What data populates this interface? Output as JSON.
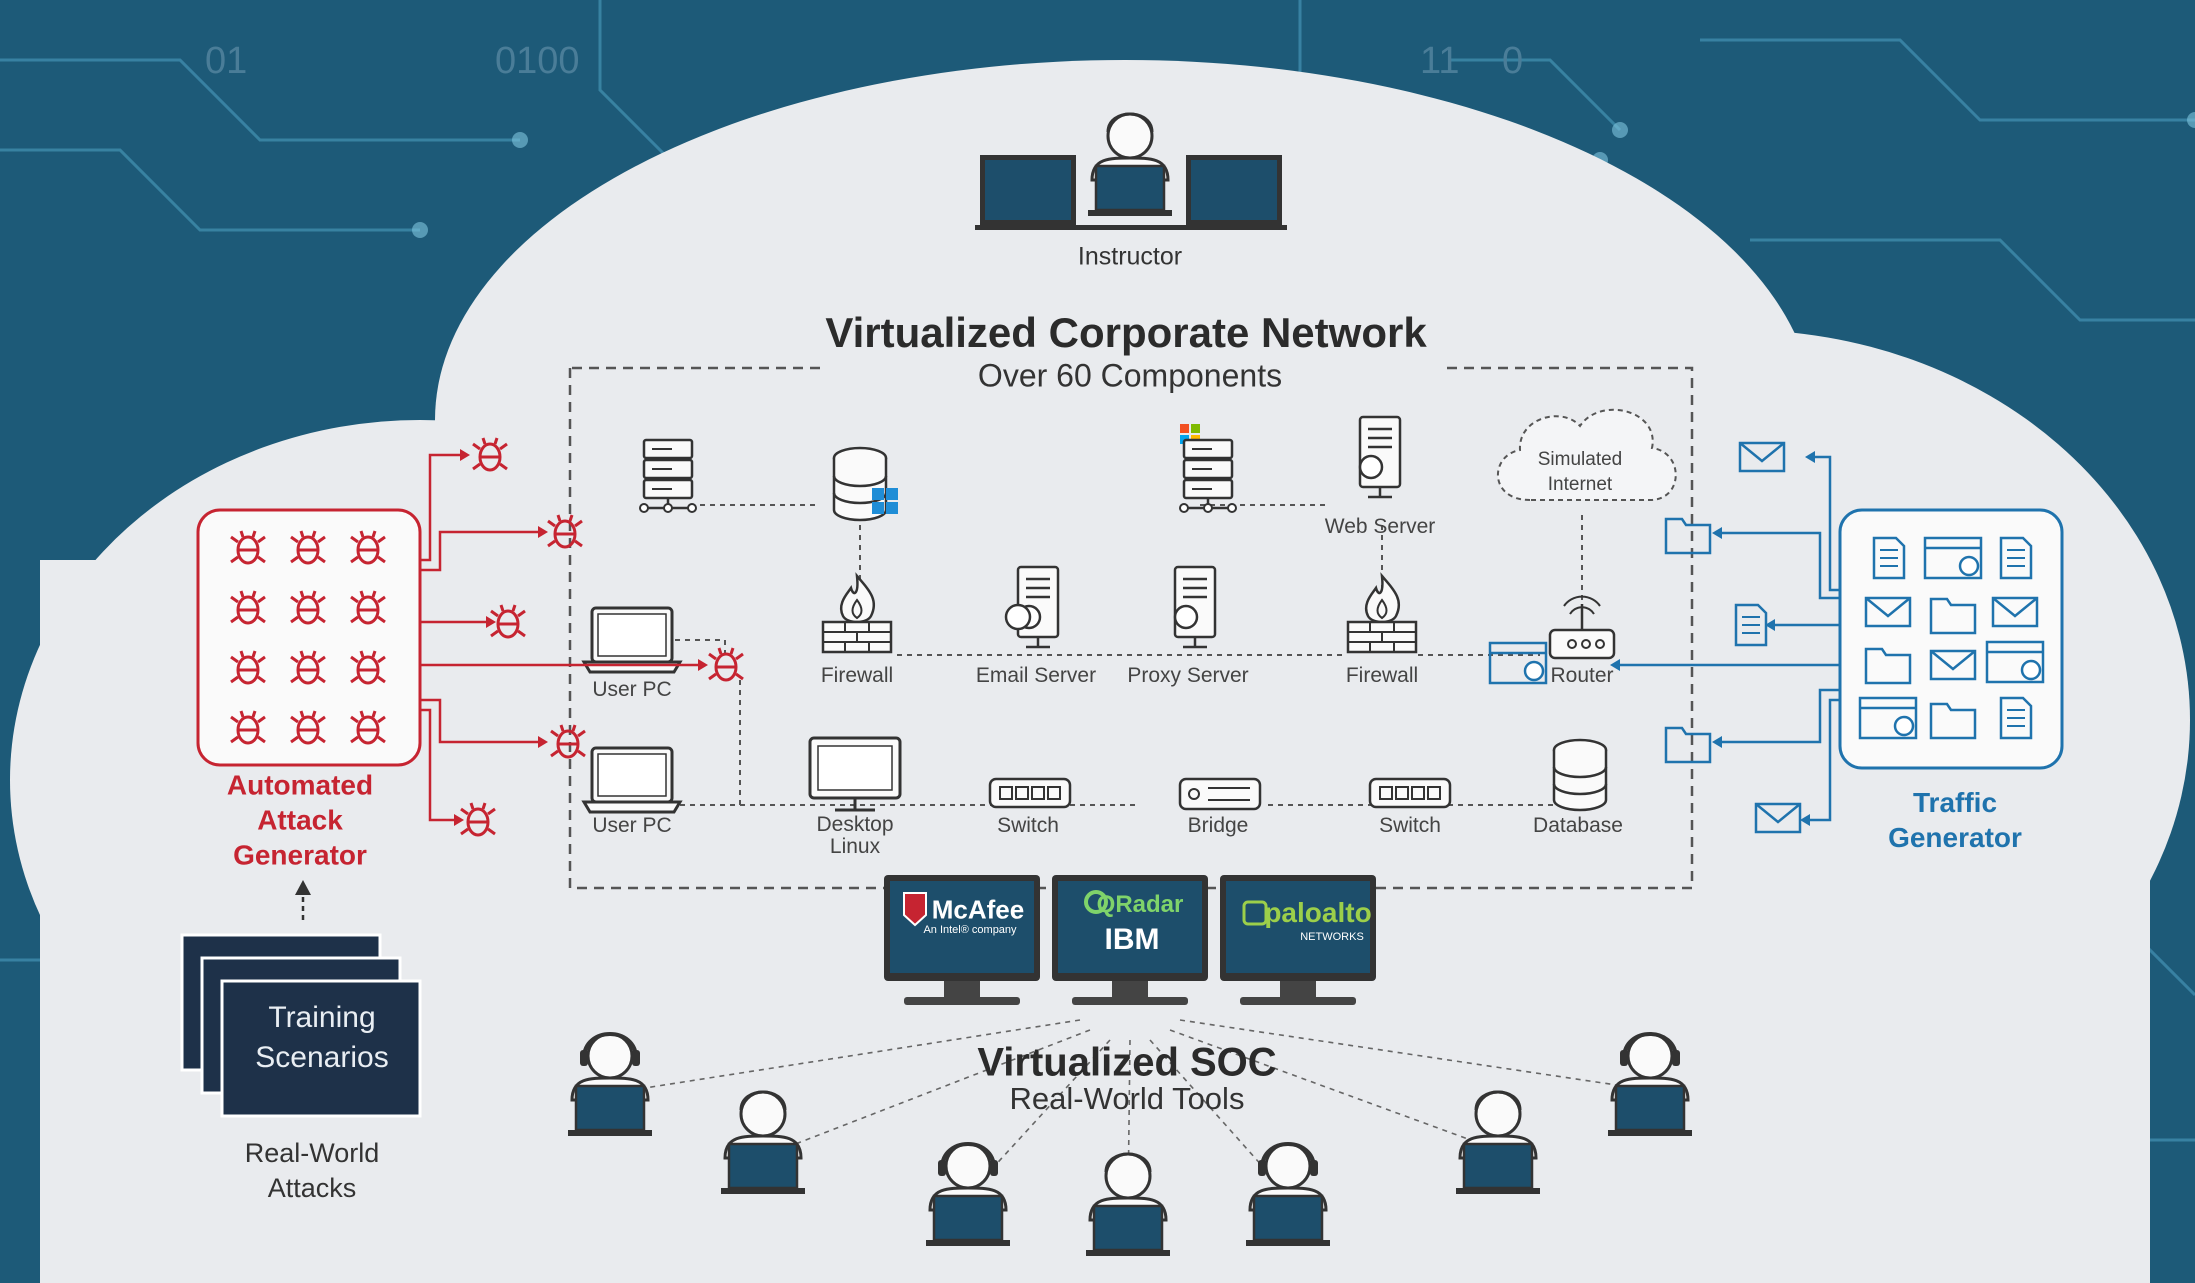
{
  "background_binary": [
    "01",
    "0100",
    "11",
    "0"
  ],
  "instructor": {
    "label": "Instructor"
  },
  "network": {
    "title": "Virtualized Corporate Network",
    "subtitle": "Over 60 Components"
  },
  "components": {
    "web_server": "Web Server",
    "simulated_internet": "Simulated Internet",
    "user_pc_1": "User PC",
    "user_pc_2": "User PC",
    "firewall_1": "Firewall",
    "email_server": "Email Server",
    "proxy_server": "Proxy Server",
    "firewall_2": "Firewall",
    "router": "Router",
    "desktop_linux": "Desktop Linux",
    "switch_1": "Switch",
    "bridge": "Bridge",
    "switch_2": "Switch",
    "database": "Database"
  },
  "attack_generator": {
    "label": "Automated Attack Generator"
  },
  "traffic_generator": {
    "label": "Traffic Generator"
  },
  "training": {
    "label": "Training Scenarios",
    "caption": "Real-World Attacks"
  },
  "soc": {
    "title": "Virtualized SOC",
    "subtitle": "Real-World Tools",
    "tools": [
      "McAfee",
      "QRadar",
      "paloalto"
    ],
    "tool_subtexts": [
      "An Intel® company",
      "IBM",
      "NETWORKS"
    ]
  },
  "colors": {
    "attack": "#c62431",
    "traffic": "#1f73ad",
    "background": "#1d5a78",
    "cloud": "#e9ebee",
    "monitor_screen": "#1d4e6b"
  }
}
